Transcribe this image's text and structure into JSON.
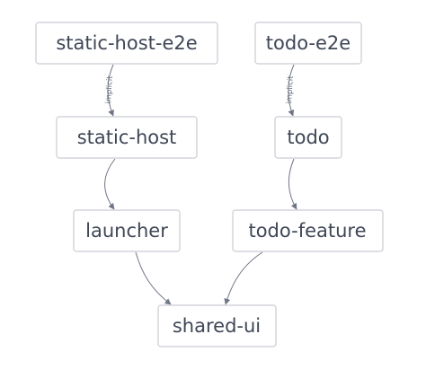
{
  "diagram": {
    "nodes": [
      {
        "id": "static-host-e2e",
        "label": "static-host-e2e"
      },
      {
        "id": "todo-e2e",
        "label": "todo-e2e"
      },
      {
        "id": "static-host",
        "label": "static-host"
      },
      {
        "id": "todo",
        "label": "todo"
      },
      {
        "id": "launcher",
        "label": "launcher"
      },
      {
        "id": "todo-feature",
        "label": "todo-feature"
      },
      {
        "id": "shared-ui",
        "label": "shared-ui"
      }
    ],
    "edges": [
      {
        "from": "static-host-e2e",
        "to": "static-host",
        "label": "implicit"
      },
      {
        "from": "todo-e2e",
        "to": "todo",
        "label": "implicit"
      },
      {
        "from": "static-host",
        "to": "launcher",
        "label": ""
      },
      {
        "from": "todo",
        "to": "todo-feature",
        "label": ""
      },
      {
        "from": "launcher",
        "to": "shared-ui",
        "label": ""
      },
      {
        "from": "todo-feature",
        "to": "shared-ui",
        "label": ""
      }
    ],
    "colors": {
      "node_border": "#c9ccd3",
      "node_text": "#3f4656",
      "edge": "#6f7584"
    }
  }
}
